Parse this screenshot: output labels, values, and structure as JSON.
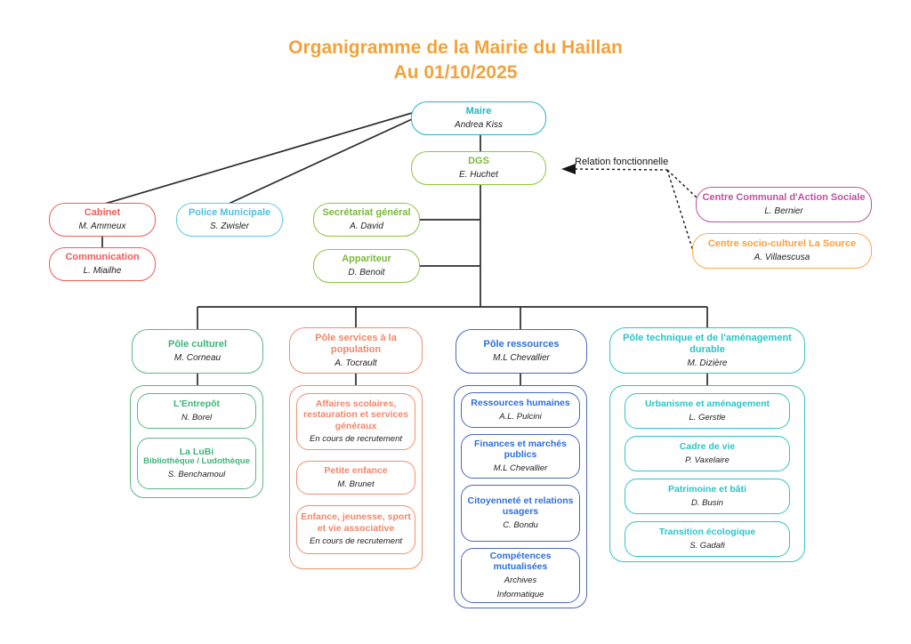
{
  "title": {
    "line1": "Organigramme de la Mairie du Haillan",
    "line2": "Au 01/10/2025"
  },
  "legend": {
    "relation_label": "Relation fonctionnelle"
  },
  "colors": {
    "title_orange": "#F2A23C",
    "maire_cyan": "#1FB5C9",
    "dgs_green": "#8CC63F",
    "cabinet_red": "#F15B5B",
    "police_cyan": "#5EC8E5",
    "ccas_magenta": "#C0519F",
    "source_orange": "#F9A94D",
    "pole_culturel_green": "#3CB479",
    "pole_services_salmon": "#F0876B",
    "pole_ressources_blue": "#2E6FD9",
    "pole_technique_teal": "#2BC4C7",
    "line_black": "#2b2b2b"
  },
  "nodes": {
    "maire": {
      "title": "Maire",
      "name": "Andrea Kiss"
    },
    "dgs": {
      "title": "DGS",
      "name": "E. Huchet"
    },
    "cabinet": {
      "title": "Cabinet",
      "name": "M. Ammeux"
    },
    "communication": {
      "title": "Communication",
      "name": "L. Miailhe"
    },
    "police": {
      "title": "Police Municipale",
      "name": "S. Zwisler"
    },
    "secretariat": {
      "title": "Secrétariat général",
      "name": "A. David"
    },
    "appariteur": {
      "title": "Appariteur",
      "name": "D. Benoit"
    },
    "ccas": {
      "title": "Centre Communal d'Action Sociale",
      "name": "L. Bernier"
    },
    "source": {
      "title": "Centre socio-culturel La Source",
      "name": "A. Villaescusa"
    }
  },
  "poles": [
    {
      "title": "Pôle culturel",
      "name": "M. Corneau",
      "children": [
        {
          "title": "L'Entrepôt",
          "name": "N. Borel"
        },
        {
          "title": "La LuBi",
          "subtitle": "Bibliothèque / Ludothèque",
          "name": "S. Benchamoul"
        }
      ]
    },
    {
      "title": "Pôle services à la population",
      "name": "A. Tocrault",
      "children": [
        {
          "title": "Affaires scolaires, restauration et services généraux",
          "name": "En cours de recrutement"
        },
        {
          "title": "Petite enfance",
          "name": "M. Brunet"
        },
        {
          "title": "Enfance, jeunesse, sport et vie associative",
          "name": "En cours de recrutement"
        }
      ]
    },
    {
      "title": "Pôle ressources",
      "name": "M.L Chevallier",
      "children": [
        {
          "title": "Ressources humaines",
          "name": "A.L. Pulcini"
        },
        {
          "title": "Finances et marchés publics",
          "name": "M.L Chevallier"
        },
        {
          "title": "Citoyenneté et relations usagers",
          "name": "C. Bondu"
        },
        {
          "title": "Compétences mutualisées",
          "name": "Archives",
          "name2": "Informatique"
        }
      ]
    },
    {
      "title": "Pôle technique et de l'aménagement durable",
      "name": "M. Dizière",
      "children": [
        {
          "title": "Urbanisme et aménagement",
          "name": "L. Gerstle"
        },
        {
          "title": "Cadre de vie",
          "name": "P. Vaxelaire"
        },
        {
          "title": "Patrimoine et bâti",
          "name": "D. Busin"
        },
        {
          "title": "Transition écologique",
          "name": "S. Gadafi"
        }
      ]
    }
  ]
}
